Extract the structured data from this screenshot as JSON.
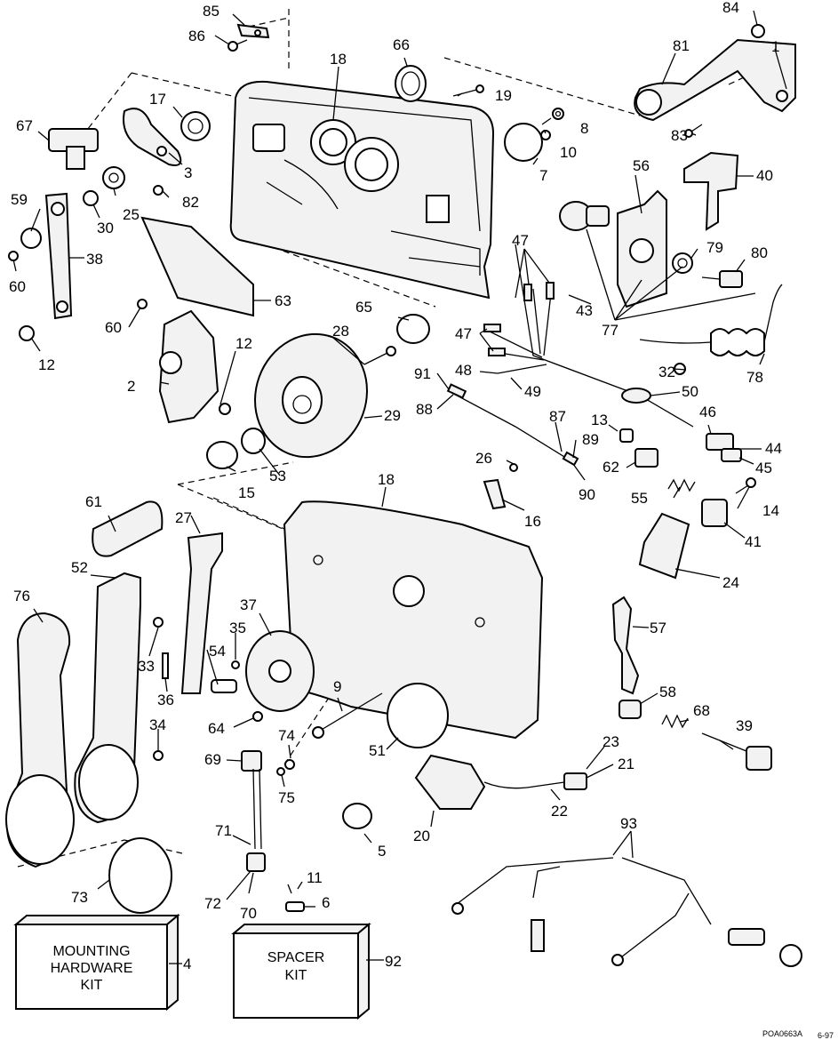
{
  "callouts": [
    "1",
    "2",
    "3",
    "4",
    "5",
    "6",
    "7",
    "8",
    "9",
    "10",
    "11",
    "12",
    "12",
    "13",
    "14",
    "15",
    "16",
    "17",
    "18",
    "18",
    "19",
    "20",
    "21",
    "22",
    "23",
    "24",
    "25",
    "26",
    "27",
    "28",
    "29",
    "30",
    "32",
    "33",
    "34",
    "35",
    "36",
    "37",
    "38",
    "39",
    "40",
    "41",
    "43",
    "44",
    "45",
    "46",
    "47",
    "47",
    "48",
    "49",
    "50",
    "51",
    "52",
    "53",
    "54",
    "55",
    "56",
    "57",
    "58",
    "59",
    "60",
    "60",
    "61",
    "62",
    "63",
    "64",
    "65",
    "66",
    "67",
    "68",
    "69",
    "70",
    "71",
    "72",
    "73",
    "74",
    "75",
    "76",
    "77",
    "78",
    "79",
    "80",
    "81",
    "82",
    "83",
    "84",
    "85",
    "86",
    "87",
    "88",
    "89",
    "90",
    "91",
    "92",
    "93"
  ],
  "kits": {
    "mounting": [
      "MOUNTING",
      "HARDWARE",
      "KIT"
    ],
    "spacer": [
      "SPACER",
      "KIT"
    ]
  },
  "footer": {
    "code": "POA0663A",
    "date": "6-97"
  }
}
